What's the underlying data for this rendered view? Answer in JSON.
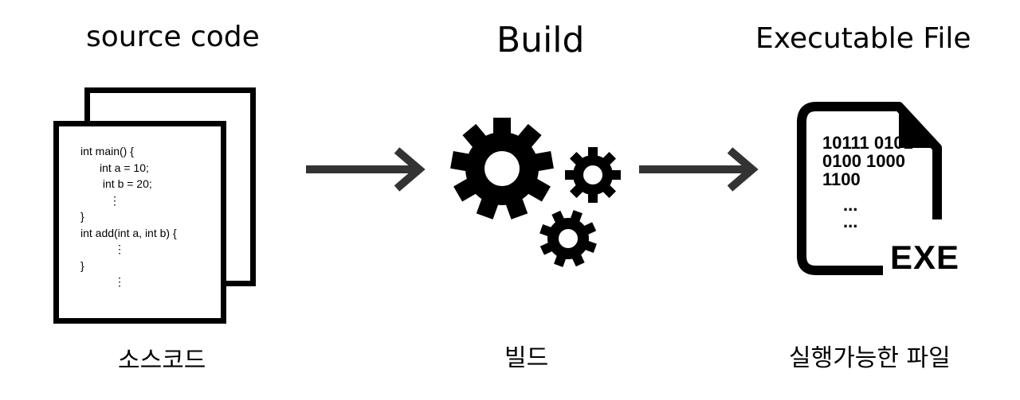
{
  "stages": [
    {
      "title": "source code",
      "label_ko": "소스코드",
      "code_lines": [
        "int main() {",
        "int a = 10;",
        " int b = 20;",
        "⋮",
        "}",
        "int add(int a, int b) {",
        "⋮",
        "}",
        "⋮"
      ]
    },
    {
      "title": "Build",
      "label_ko": "빌드"
    },
    {
      "title": "Executable File",
      "label_ko": "실행가능한 파일",
      "binary_lines": [
        "10111 0101",
        "0100 1000",
        "1100",
        "...",
        "..."
      ],
      "file_badge": "EXE"
    }
  ],
  "icons": {
    "source": "document-stack-icon",
    "build": "gears-icon",
    "output": "executable-file-icon",
    "arrow": "arrow-right-icon"
  },
  "colors": {
    "ink": "#000000",
    "arrow": "#333333",
    "background": "#ffffff"
  }
}
